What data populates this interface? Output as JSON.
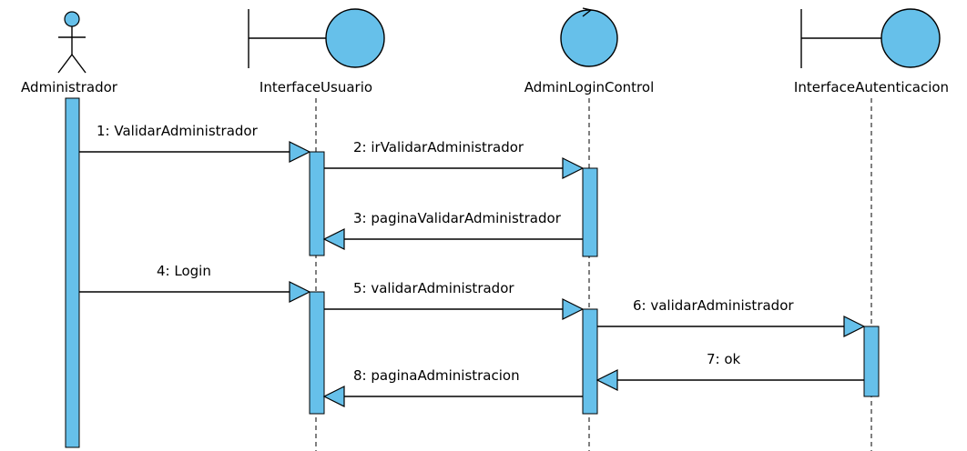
{
  "colors": {
    "fill": "#66c0ea",
    "stroke": "#000000"
  },
  "participants": [
    {
      "name": "Administrador",
      "kind": "actor"
    },
    {
      "name": "InterfaceUsuario",
      "kind": "boundary"
    },
    {
      "name": "AdminLoginControl",
      "kind": "control"
    },
    {
      "name": "InterfaceAutenticacion",
      "kind": "boundary"
    }
  ],
  "messages": [
    {
      "label": "1: ValidarAdministrador",
      "from": "Administrador",
      "to": "InterfaceUsuario"
    },
    {
      "label": "2: irValidarAdministrador",
      "from": "InterfaceUsuario",
      "to": "AdminLoginControl"
    },
    {
      "label": "3: paginaValidarAdministrador",
      "from": "AdminLoginControl",
      "to": "InterfaceUsuario"
    },
    {
      "label": "4: Login",
      "from": "Administrador",
      "to": "InterfaceUsuario"
    },
    {
      "label": "5: validarAdministrador",
      "from": "InterfaceUsuario",
      "to": "AdminLoginControl"
    },
    {
      "label": "6: validarAdministrador",
      "from": "AdminLoginControl",
      "to": "InterfaceAutenticacion"
    },
    {
      "label": "7: ok",
      "from": "InterfaceAutenticacion",
      "to": "AdminLoginControl"
    },
    {
      "label": "8: paginaAdministracion",
      "from": "AdminLoginControl",
      "to": "InterfaceUsuario"
    }
  ]
}
